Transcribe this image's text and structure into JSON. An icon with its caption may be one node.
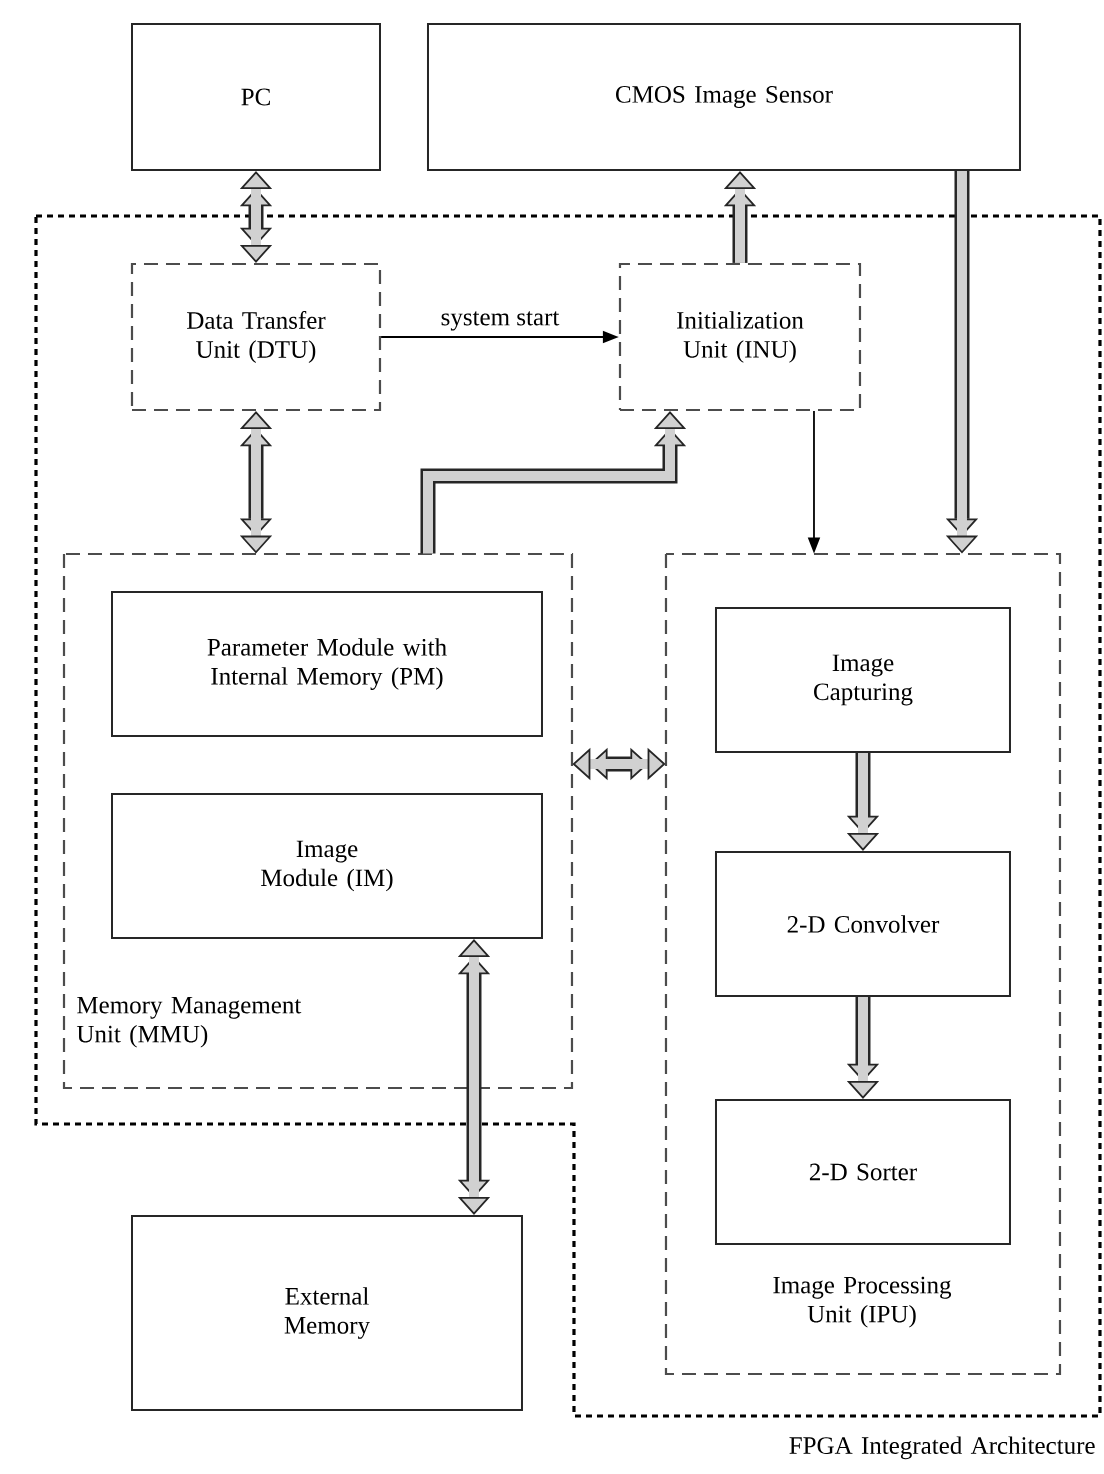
{
  "diagram": {
    "nodes": [
      {
        "text": [
          "PC"
        ]
      },
      {
        "text": [
          "CMOS Image Sensor"
        ]
      },
      {
        "text": [
          "FPGA Integrated Architecture"
        ]
      },
      {
        "text": [
          "Data Transfer Unit (DTU)"
        ],
        "in": 2
      },
      {
        "text": [
          "Initialization Unit (INU)"
        ],
        "in": 2
      },
      {
        "text": [
          "Memory Management Unit (MMU)"
        ],
        "in": 2
      },
      {
        "text": [
          "Parameter Module with Internal Memory (PM)"
        ],
        "in": 5
      },
      {
        "text": [
          "Image Module (IM)"
        ],
        "in": 5
      },
      {
        "text": [
          "Image Processing Unit (IPU)"
        ],
        "in": 2
      },
      {
        "text": [
          "Image Capturing"
        ],
        "in": 8
      },
      {
        "text": [
          "2-D Convolver"
        ],
        "in": 8
      },
      {
        "text": [
          "2-D Sorter"
        ],
        "in": 8
      },
      {
        "text": [
          "External Memory"
        ]
      }
    ],
    "edges": [
      {
        "from": 0,
        "to": 3,
        "arrow": "both"
      },
      {
        "from": 4,
        "to": 1,
        "arrow": "to"
      },
      {
        "from": 3,
        "to": 4,
        "arrow": "to",
        "label": "system start",
        "color": "#000000"
      },
      {
        "from": 3,
        "to": 5,
        "arrow": "both"
      },
      {
        "from": 5,
        "to": 4,
        "arrow": "to"
      },
      {
        "from": 4,
        "to": 8,
        "arrow": "to",
        "color": "#000000"
      },
      {
        "from": 1,
        "to": 8,
        "arrow": "to"
      },
      {
        "from": 5,
        "to": 8,
        "arrow": "both"
      },
      {
        "from": 7,
        "to": 12,
        "arrow": "both"
      },
      {
        "from": 9,
        "to": 10,
        "arrow": "to"
      },
      {
        "from": 10,
        "to": 11,
        "arrow": "to"
      }
    ]
  }
}
